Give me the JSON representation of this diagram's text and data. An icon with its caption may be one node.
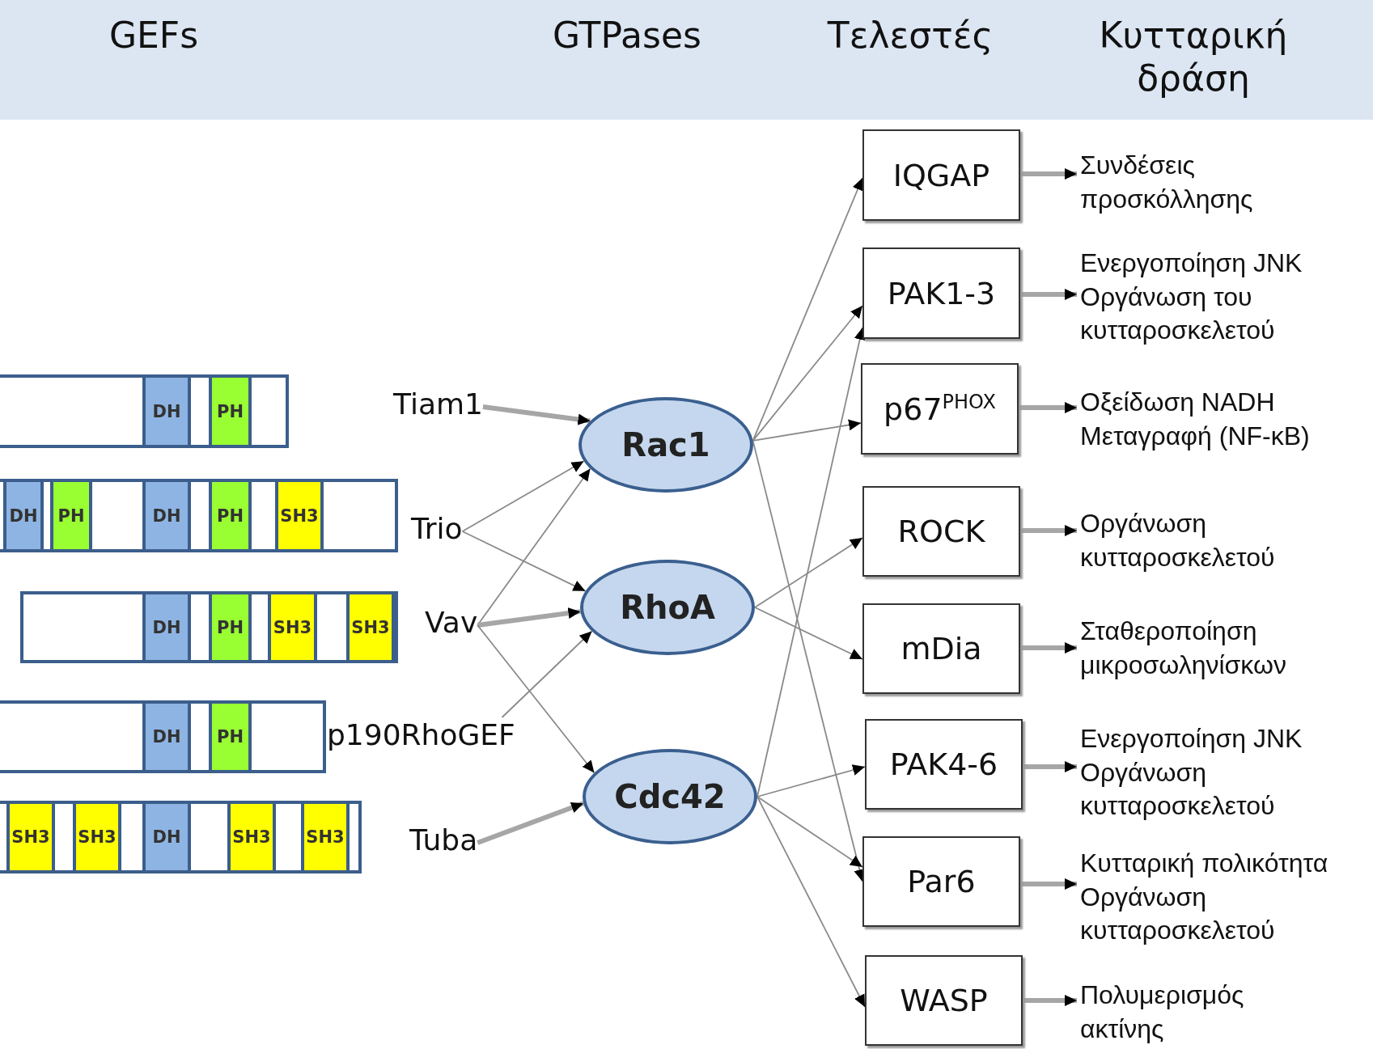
{
  "diagram": {
    "nodes": [
      {
        "text": [
          "GEFs",
          "GTPases",
          "Τελεστές",
          "Κυτταρική δράση"
        ]
      },
      {
        "text": [],
        "shape": "bar"
      },
      {
        "text": [
          "DH"
        ],
        "in": 1
      },
      {
        "text": [
          "PH"
        ],
        "in": 1
      },
      {
        "text": [],
        "shape": "bar"
      },
      {
        "text": [
          "DH"
        ],
        "in": 4
      },
      {
        "text": [
          "PH"
        ],
        "in": 4
      },
      {
        "text": [
          "DH"
        ],
        "in": 4
      },
      {
        "text": [
          "PH"
        ],
        "in": 4
      },
      {
        "text": [
          "SH3"
        ],
        "in": 4
      },
      {
        "text": [],
        "shape": "bar"
      },
      {
        "text": [
          "DH"
        ],
        "in": 10
      },
      {
        "text": [
          "PH"
        ],
        "in": 10
      },
      {
        "text": [
          "SH3"
        ],
        "in": 10
      },
      {
        "text": [
          "SH3"
        ],
        "in": 10
      },
      {
        "text": [],
        "shape": "bar"
      },
      {
        "text": [
          "DH"
        ],
        "in": 15
      },
      {
        "text": [
          "PH"
        ],
        "in": 15
      },
      {
        "text": [],
        "shape": "bar"
      },
      {
        "text": [
          "SH3"
        ],
        "in": 18
      },
      {
        "text": [
          "SH3"
        ],
        "in": 18
      },
      {
        "text": [
          "DH"
        ],
        "in": 18
      },
      {
        "text": [
          "SH3"
        ],
        "in": 18
      },
      {
        "text": [
          "SH3"
        ],
        "in": 18
      },
      {
        "text": [
          "Tiam1"
        ]
      },
      {
        "text": [
          "Trio"
        ]
      },
      {
        "text": [
          "Vav"
        ]
      },
      {
        "text": [
          "p190RhoGEF"
        ]
      },
      {
        "text": [
          "Tuba"
        ]
      },
      {
        "text": [
          "Rac1"
        ]
      },
      {
        "text": [
          "RhoA"
        ]
      },
      {
        "text": [
          "Cdc42"
        ]
      },
      {
        "text": [
          "IQGAP"
        ]
      },
      {
        "text": [
          "PAK1-3"
        ]
      },
      {
        "text": [
          "p67$^{PHOX}$"
        ]
      },
      {
        "text": [
          "ROCK"
        ]
      },
      {
        "text": [
          "mDia"
        ]
      },
      {
        "text": [
          "PAK4-6"
        ]
      },
      {
        "text": [
          "Par6"
        ]
      },
      {
        "text": [
          "WASP"
        ]
      },
      {
        "text": [
          "Συνδέσεις προσκόλλησης"
        ]
      },
      {
        "text": [
          "Ενεργοποίηση JNK",
          "Οργάνωση του κυτταροσκελετού"
        ]
      },
      {
        "text": [
          "Οξείδωση NADH",
          "Μεταγραφή (NF-κB)"
        ]
      },
      {
        "text": [
          "Οργάνωση κυτταροσκελετού"
        ]
      },
      {
        "text": [
          "Σταθεροποίηση μικροσωληνίσκων"
        ]
      },
      {
        "text": [
          "Ενεργοποίηση JNK",
          "Οργάνωση κυτταροσκελετού"
        ]
      },
      {
        "text": [
          "Κυτταρική πολικότητα",
          "Οργάνωση κυτταροσκελετού"
        ]
      },
      {
        "text": [
          "Πολυμερισμός ακτίνης"
        ]
      }
    ],
    "edges": [
      {
        "from": 24,
        "to": 29,
        "arrow": "to",
        "style": "thick"
      },
      {
        "from": 25,
        "to": 29,
        "arrow": "to"
      },
      {
        "from": 25,
        "to": 30,
        "arrow": "to"
      },
      {
        "from": 26,
        "to": 29,
        "arrow": "to"
      },
      {
        "from": 26,
        "to": 30,
        "arrow": "to",
        "style": "thick"
      },
      {
        "from": 26,
        "to": 31,
        "arrow": "to"
      },
      {
        "from": 27,
        "to": 30,
        "arrow": "to"
      },
      {
        "from": 28,
        "to": 31,
        "arrow": "to",
        "style": "thick"
      },
      {
        "from": 29,
        "to": 32,
        "arrow": "to"
      },
      {
        "from": 29,
        "to": 33,
        "arrow": "to"
      },
      {
        "from": 29,
        "to": 34,
        "arrow": "to"
      },
      {
        "from": 29,
        "to": 38,
        "arrow": "to"
      },
      {
        "from": 30,
        "to": 35,
        "arrow": "to"
      },
      {
        "from": 30,
        "to": 36,
        "arrow": "to"
      },
      {
        "from": 31,
        "to": 33,
        "arrow": "to"
      },
      {
        "from": 31,
        "to": 37,
        "arrow": "to"
      },
      {
        "from": 31,
        "to": 38,
        "arrow": "to"
      },
      {
        "from": 31,
        "to": 39,
        "arrow": "to"
      },
      {
        "from": 32,
        "to": 40,
        "arrow": "to",
        "style": "thick"
      },
      {
        "from": 33,
        "to": 41,
        "arrow": "to",
        "style": "thick"
      },
      {
        "from": 34,
        "to": 42,
        "arrow": "to",
        "style": "thick"
      },
      {
        "from": 35,
        "to": 43,
        "arrow": "to",
        "style": "thick"
      },
      {
        "from": 36,
        "to": 44,
        "arrow": "to",
        "style": "thick"
      },
      {
        "from": 37,
        "to": 45,
        "arrow": "to",
        "style": "thick"
      },
      {
        "from": 38,
        "to": 46,
        "arrow": "to",
        "style": "thick"
      },
      {
        "from": 39,
        "to": 47,
        "arrow": "to",
        "style": "thick"
      }
    ]
  }
}
